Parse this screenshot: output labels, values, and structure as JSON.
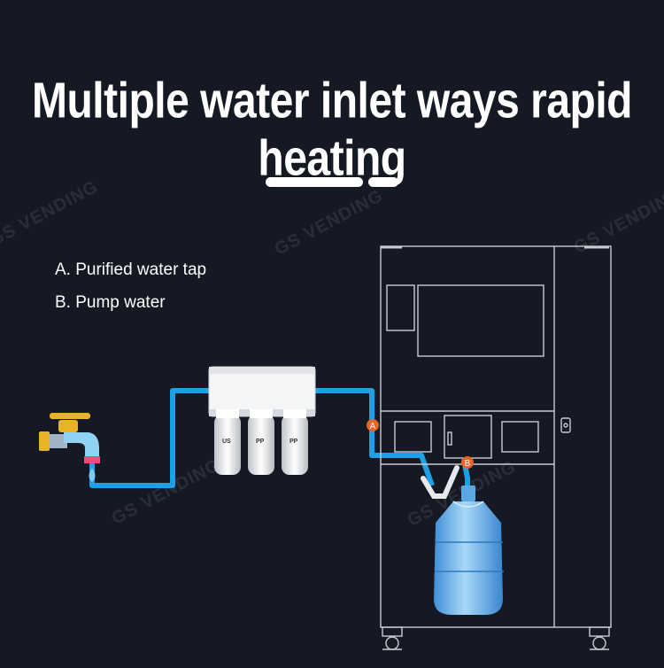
{
  "title": "Multiple water inlet ways rapid heating",
  "legend": {
    "a": "A. Purified water tap",
    "b": "B. Pump water"
  },
  "markers": {
    "a": "A",
    "b": "B"
  },
  "watermark": "GS VENDING",
  "filter_labels": [
    "US",
    "PP",
    "PP"
  ],
  "colors": {
    "background": "#141923",
    "pipe": "#1ea0e6",
    "marker": "#e8632a",
    "outline": "#c8ccd2"
  },
  "icons": [
    "faucet-icon",
    "water-drop-icon",
    "filter-unit-icon",
    "water-bottle-icon",
    "lock-icon",
    "caster-wheel-icon"
  ]
}
